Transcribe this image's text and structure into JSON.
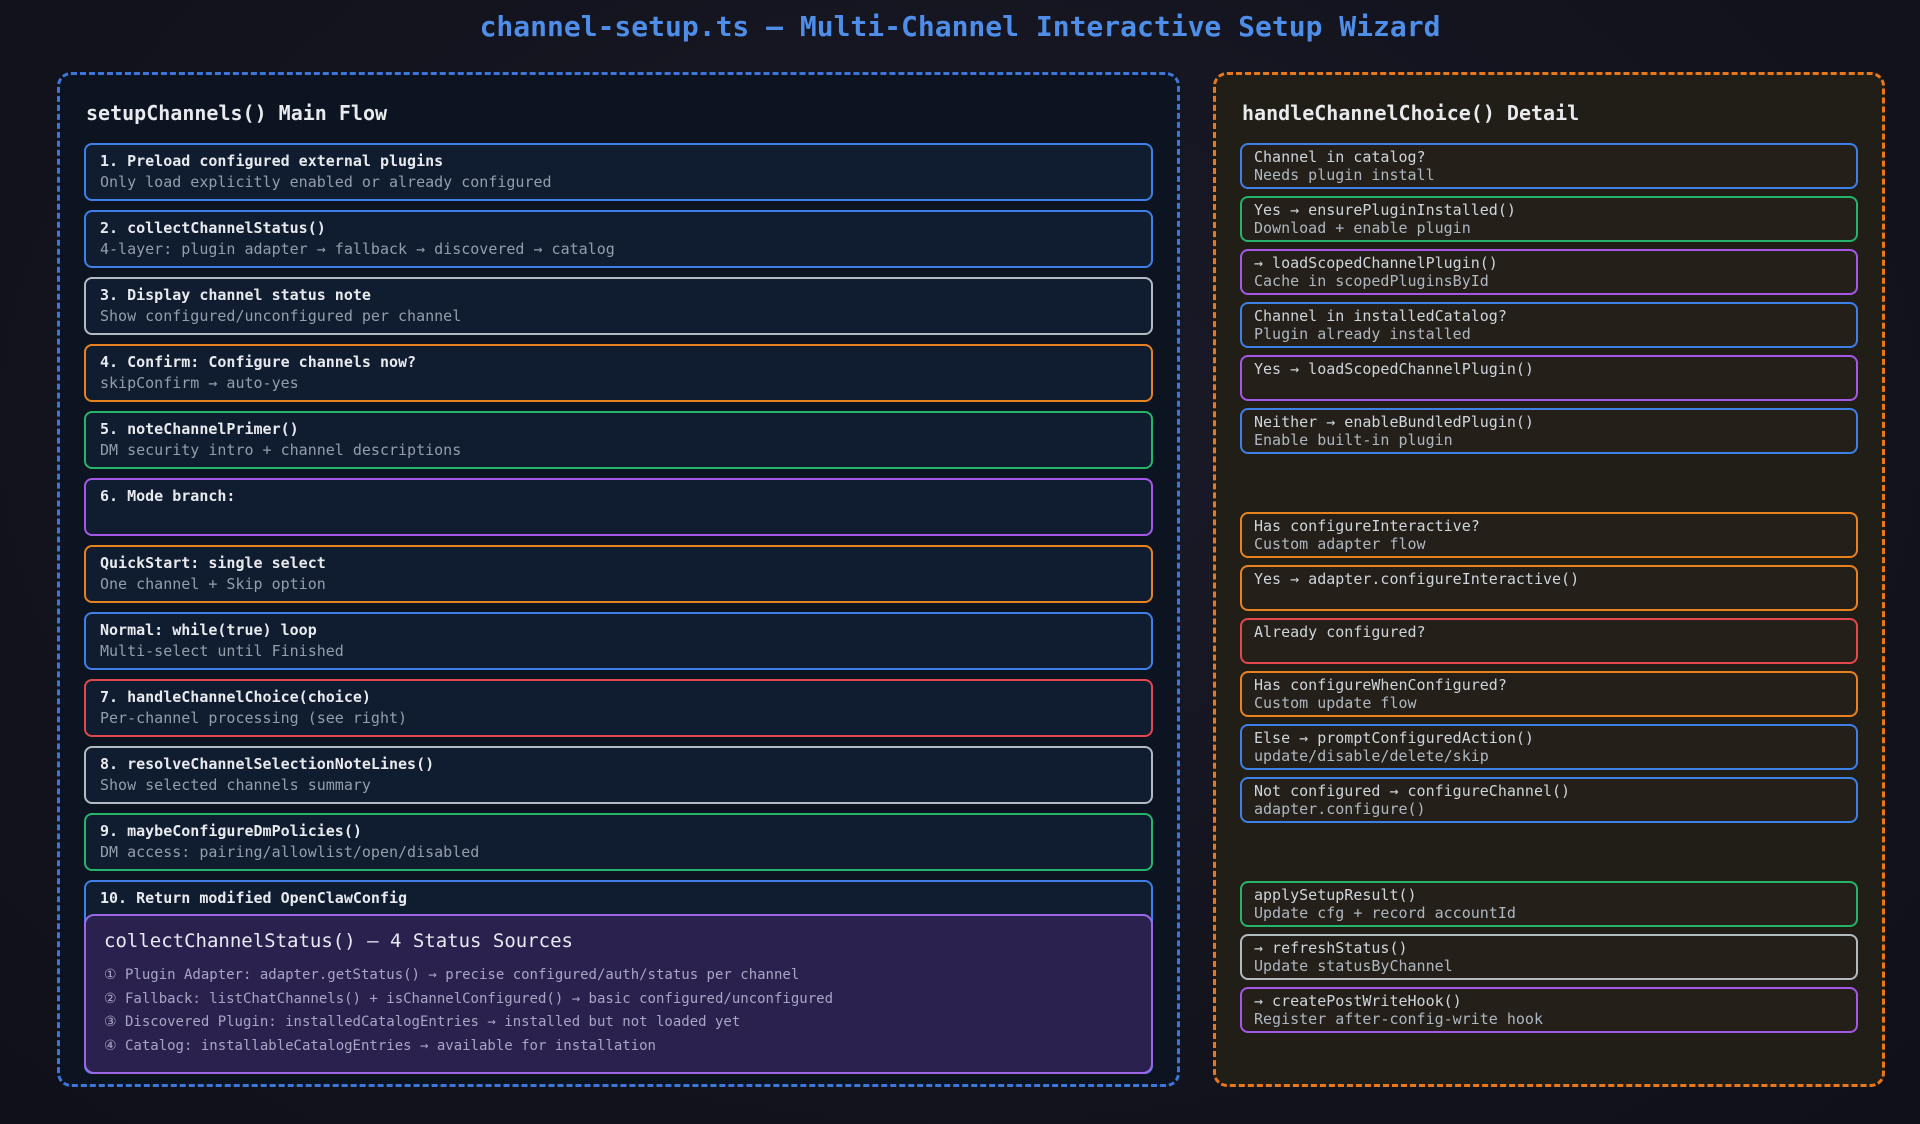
{
  "title": "channel-setup.ts — Multi-Channel Interactive Setup Wizard",
  "colors": {
    "title_accent": "#4e8de8",
    "left_panel_border": "#3b76d8",
    "right_panel_border": "#e8781e",
    "blue": "#3e7fe8",
    "green": "#26b36a",
    "orange": "#e8821f",
    "purple": "#a558e8",
    "red": "#e2484d",
    "gray": "#b4bac2"
  },
  "left_panel": {
    "header": "setupChannels() Main Flow",
    "boxes": [
      {
        "title": "1. Preload configured external plugins",
        "desc": "Only load explicitly enabled or already configured",
        "color": "blue"
      },
      {
        "title": "2. collectChannelStatus()",
        "desc": "4-layer: plugin adapter → fallback → discovered → catalog",
        "color": "blue"
      },
      {
        "title": "3. Display channel status note",
        "desc": "Show configured/unconfigured per channel",
        "color": "gray"
      },
      {
        "title": "4. Confirm: Configure channels now?",
        "desc": "skipConfirm → auto-yes",
        "color": "orange"
      },
      {
        "title": "5. noteChannelPrimer()",
        "desc": "DM security intro + channel descriptions",
        "color": "green"
      },
      {
        "title": "6. Mode branch:",
        "desc": "",
        "color": "purple"
      },
      {
        "title": "QuickStart: single select",
        "desc": "One channel + Skip option",
        "color": "orange"
      },
      {
        "title": "Normal: while(true) loop",
        "desc": "Multi-select until Finished",
        "color": "blue"
      },
      {
        "title": "7. handleChannelChoice(choice)",
        "desc": "Per-channel processing (see right)",
        "color": "red"
      },
      {
        "title": "8. resolveChannelSelectionNoteLines()",
        "desc": "Show selected channels summary",
        "color": "gray"
      },
      {
        "title": "9. maybeConfigureDmPolicies()",
        "desc": "DM access: pairing/allowlist/open/disabled",
        "color": "green"
      }
    ],
    "return_box": {
      "title": "10. Return modified OpenClawConfig",
      "color": "blue",
      "sub_box": {
        "header": "collectChannelStatus() — 4 Status Sources",
        "color": "purple",
        "items": [
          "① Plugin Adapter: adapter.getStatus() → precise configured/auth/status per channel",
          "② Fallback: listChatChannels() + isChannelConfigured() → basic configured/unconfigured",
          "③ Discovered Plugin: installedCatalogEntries → installed but not loaded yet",
          "④ Catalog: installableCatalogEntries → available for installation"
        ]
      }
    }
  },
  "right_panel": {
    "header": "handleChannelChoice() Detail",
    "groups": [
      {
        "boxes": [
          {
            "line1": "Channel in catalog?",
            "line2": "Needs plugin install",
            "color": "blue"
          },
          {
            "line1": "Yes → ensurePluginInstalled()",
            "line2": "Download + enable plugin",
            "color": "green"
          },
          {
            "line1": "→ loadScopedChannelPlugin()",
            "line2": "Cache in scopedPluginsById",
            "color": "purple"
          },
          {
            "line1": "Channel in installedCatalog?",
            "line2": "Plugin already installed",
            "color": "blue"
          },
          {
            "line1": "Yes → loadScopedChannelPlugin()",
            "line2": "",
            "color": "purple"
          },
          {
            "line1": "Neither → enableBundledPlugin()",
            "line2": "Enable built-in plugin",
            "color": "blue"
          }
        ]
      },
      {
        "boxes": [
          {
            "line1": "Has configureInteractive?",
            "line2": "Custom adapter flow",
            "color": "orange"
          },
          {
            "line1": "Yes → adapter.configureInteractive()",
            "line2": "",
            "color": "orange"
          },
          {
            "line1": "Already configured?",
            "line2": "",
            "color": "red"
          },
          {
            "line1": "Has configureWhenConfigured?",
            "line2": "Custom update flow",
            "color": "orange"
          },
          {
            "line1": "Else → promptConfiguredAction()",
            "line2": "update/disable/delete/skip",
            "color": "blue"
          },
          {
            "line1": "Not configured → configureChannel()",
            "line2": "adapter.configure()",
            "color": "blue"
          }
        ]
      },
      {
        "boxes": [
          {
            "line1": "applySetupResult()",
            "line2": "Update cfg + record accountId",
            "color": "green"
          },
          {
            "line1": "→ refreshStatus()",
            "line2": "Update statusByChannel",
            "color": "gray"
          },
          {
            "line1": "→ createPostWriteHook()",
            "line2": "Register after-config-write hook",
            "color": "purple"
          }
        ]
      }
    ]
  }
}
